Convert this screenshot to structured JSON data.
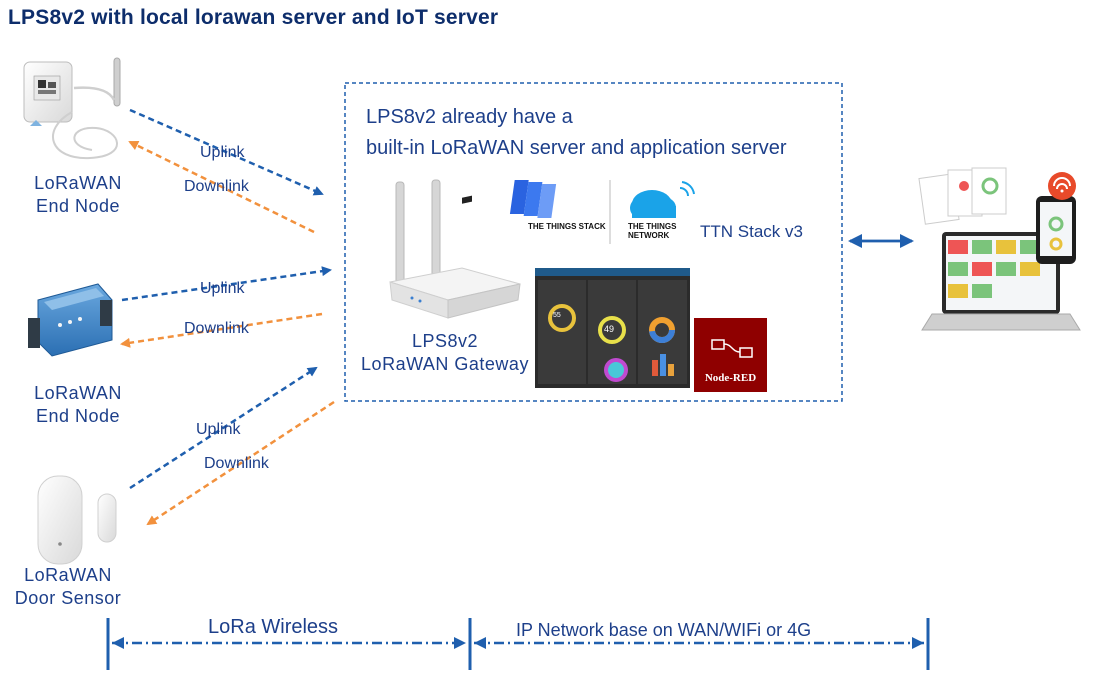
{
  "title": "LPS8v2 with local lorawan server and IoT server",
  "nodes": [
    {
      "line1": "LoRaWAN",
      "line2": "End Node"
    },
    {
      "line1": "LoRaWAN",
      "line2": "End Node"
    },
    {
      "line1": "LoRaWAN",
      "line2": "Door Sensor"
    }
  ],
  "links": {
    "uplink": "Uplink",
    "downlink": "Downlink"
  },
  "gateway_box": {
    "line1": "LPS8v2 already have a",
    "line2": "built-in LoRaWAN server and application server",
    "gateway_line1": "LPS8v2",
    "gateway_line2": "LoRaWAN Gateway",
    "ttn_stack_label": "TTN Stack v3",
    "things_stack_logo": "THE THINGS STACK",
    "things_network_logo": "THE THINGS NETWORK",
    "node_red_logo": "Node-RED",
    "dashboard_gauge_a": "55",
    "dashboard_gauge_b": "49"
  },
  "bottom": {
    "lora_label": "LoRa Wireless",
    "ip_label": "IP Network base on WAN/WIFi or 4G"
  },
  "colors": {
    "blue": "#1f5fae",
    "orange": "#f2913d",
    "text": "#1d3f8a",
    "node_red": "#8f0000"
  }
}
